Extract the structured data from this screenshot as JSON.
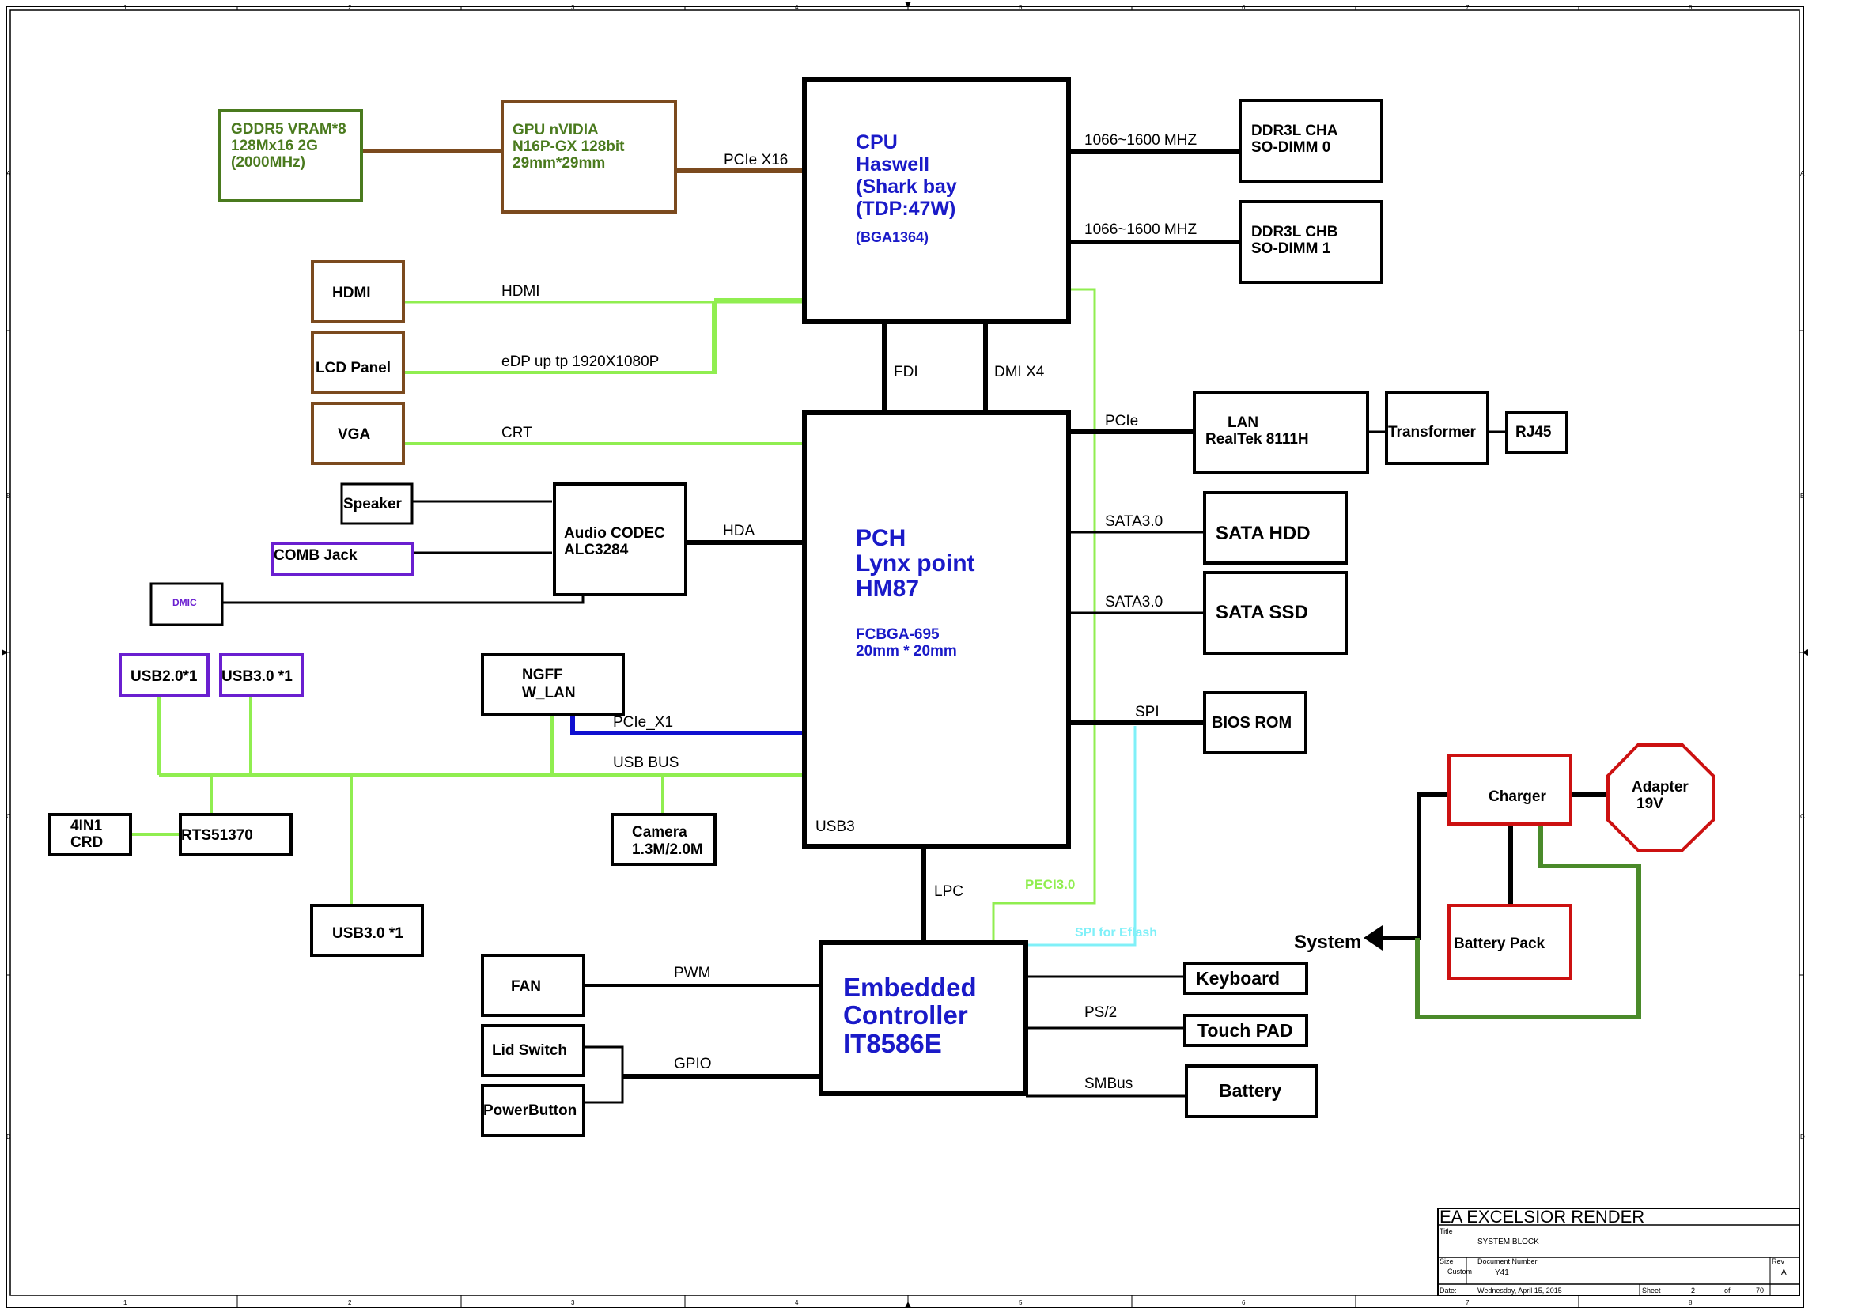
{
  "border": {
    "columns": [
      "1",
      "2",
      "3",
      "4",
      "5",
      "6",
      "7",
      "8"
    ],
    "rows": [
      "A",
      "B",
      "C",
      "D"
    ]
  },
  "blocks": {
    "gddr5": [
      "GDDR5  VRAM*8",
      "128Mx16 2G",
      "(2000MHz)"
    ],
    "gpu": [
      "GPU nVIDIA",
      "N16P-GX 128bit",
      "29mm*29mm"
    ],
    "cpu": [
      "CPU",
      "Haswell",
      "(Shark bay",
      "(TDP:47W)"
    ],
    "cpu_pkg": "(BGA1364)",
    "ddr_a": [
      "DDR3L CHA",
      "SO-DIMM 0"
    ],
    "ddr_b": [
      "DDR3L CHB",
      "SO-DIMM 1"
    ],
    "hdmi": "HDMI",
    "lcd": "LCD Panel",
    "vga": "VGA",
    "speaker": "Speaker",
    "comb": "COMB Jack",
    "dmic": "DMIC",
    "codec": [
      "Audio CODEC",
      "ALC3284"
    ],
    "pch": [
      "PCH",
      "Lynx point",
      "HM87"
    ],
    "pch_pkg": [
      "FCBGA-695",
      "20mm * 20mm"
    ],
    "pch_usb3": "USB3",
    "lan": [
      "LAN",
      "RealTek 8111H"
    ],
    "transformer": "Transformer",
    "rj45": "RJ45",
    "hdd": "SATA HDD",
    "ssd": "SATA SSD",
    "bios": "BIOS ROM",
    "usb2": "USB2.0*1",
    "usb3a": "USB3.0 *1",
    "ngff": [
      "NGFF",
      "W_LAN"
    ],
    "crd": [
      "4IN1",
      "CRD"
    ],
    "rts": "RTS51370",
    "camera": [
      "Camera",
      "1.3M/2.0M"
    ],
    "usb3b": "USB3.0 *1",
    "charger": "Charger",
    "adapter": [
      "Adapter",
      "19V"
    ],
    "battery_pack": "Battery Pack",
    "system": "System",
    "fan": "FAN",
    "lid": "Lid Switch",
    "power": "PowerButton",
    "ec": [
      "Embedded",
      "Controller",
      "IT8586E"
    ],
    "keyboard": "Keyboard",
    "touchpad": "Touch PAD",
    "battery": "Battery"
  },
  "signals": {
    "pcie_x16": "PCIe X16",
    "mem_a": "1066~1600 MHZ",
    "mem_b": "1066~1600 MHZ",
    "hdmi": "HDMI",
    "edp": "eDP up tp 1920X1080P",
    "crt": "CRT",
    "fdi": "FDI",
    "dmi": "DMI X4",
    "pcie_lan": "PCIe",
    "hda": "HDA",
    "sata1": "SATA3.0",
    "sata2": "SATA3.0",
    "spi": "SPI",
    "pcie_x1": "PCIe_X1",
    "usb_bus": "USB BUS",
    "lpc": "LPC",
    "peci": "PECI3.0",
    "spi_efl": "SPI for Eflash",
    "pwm": "PWM",
    "gpio": "GPIO",
    "ps2": "PS/2",
    "smbus": "SMBus"
  },
  "title_block": {
    "company": "EA EXCELSIOR RENDER",
    "title_label": "Title",
    "title": "SYSTEM BLOCK",
    "size_label": "Size",
    "size": "Custom",
    "docnum_label": "Document Number",
    "docnum": "Y41",
    "rev_label": "Rev",
    "rev": "A",
    "date_label": "Date:",
    "date": "Wednesday, April 15, 2015",
    "sheet_label": "Sheet",
    "sheet": "2",
    "of_label": "of",
    "total": "70"
  },
  "colors": {
    "green_bus": "#90EE50",
    "brown": "#7B4A1E",
    "olive": "#4A7A1E",
    "purple": "#6A1FD0",
    "blue_text": "#1A1AC8",
    "pcie_blue": "#1010D0",
    "cyan": "#80F0F8",
    "red": "#CC1111",
    "dark_green": "#4A8A2A"
  }
}
